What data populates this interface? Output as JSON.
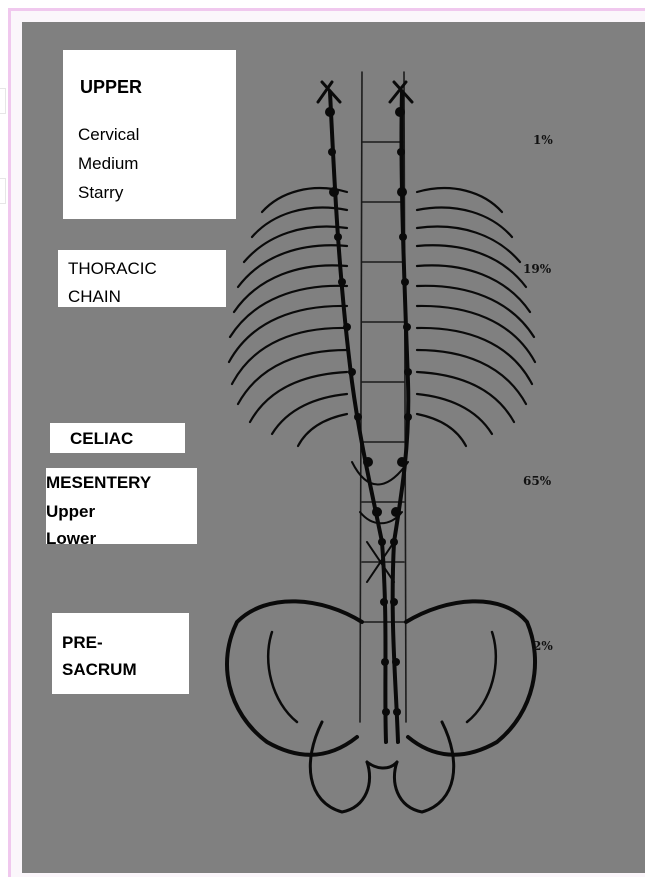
{
  "labels": {
    "upper": {
      "title": "UPPER",
      "line1": "Cervical",
      "line2": "Medium",
      "line3": "Starry"
    },
    "thoracic": {
      "line1": "THORACIC",
      "line2": "CHAIN"
    },
    "celiac": {
      "title": "CELIAC"
    },
    "mesentery": {
      "title": "MESENTERY",
      "line1": "Upper",
      "line2": "Lower"
    },
    "presacrum": {
      "line1": "PRE-",
      "line2": "SACRUM"
    }
  },
  "percentages": {
    "upper": "1%",
    "thoracic": "19%",
    "abdominal": "65%",
    "pelvic": "2%"
  },
  "colors": {
    "background": "#808080",
    "ink": "#0a0a0a",
    "label_bg": "#ffffff",
    "frame_border": "#f0c8ee"
  }
}
